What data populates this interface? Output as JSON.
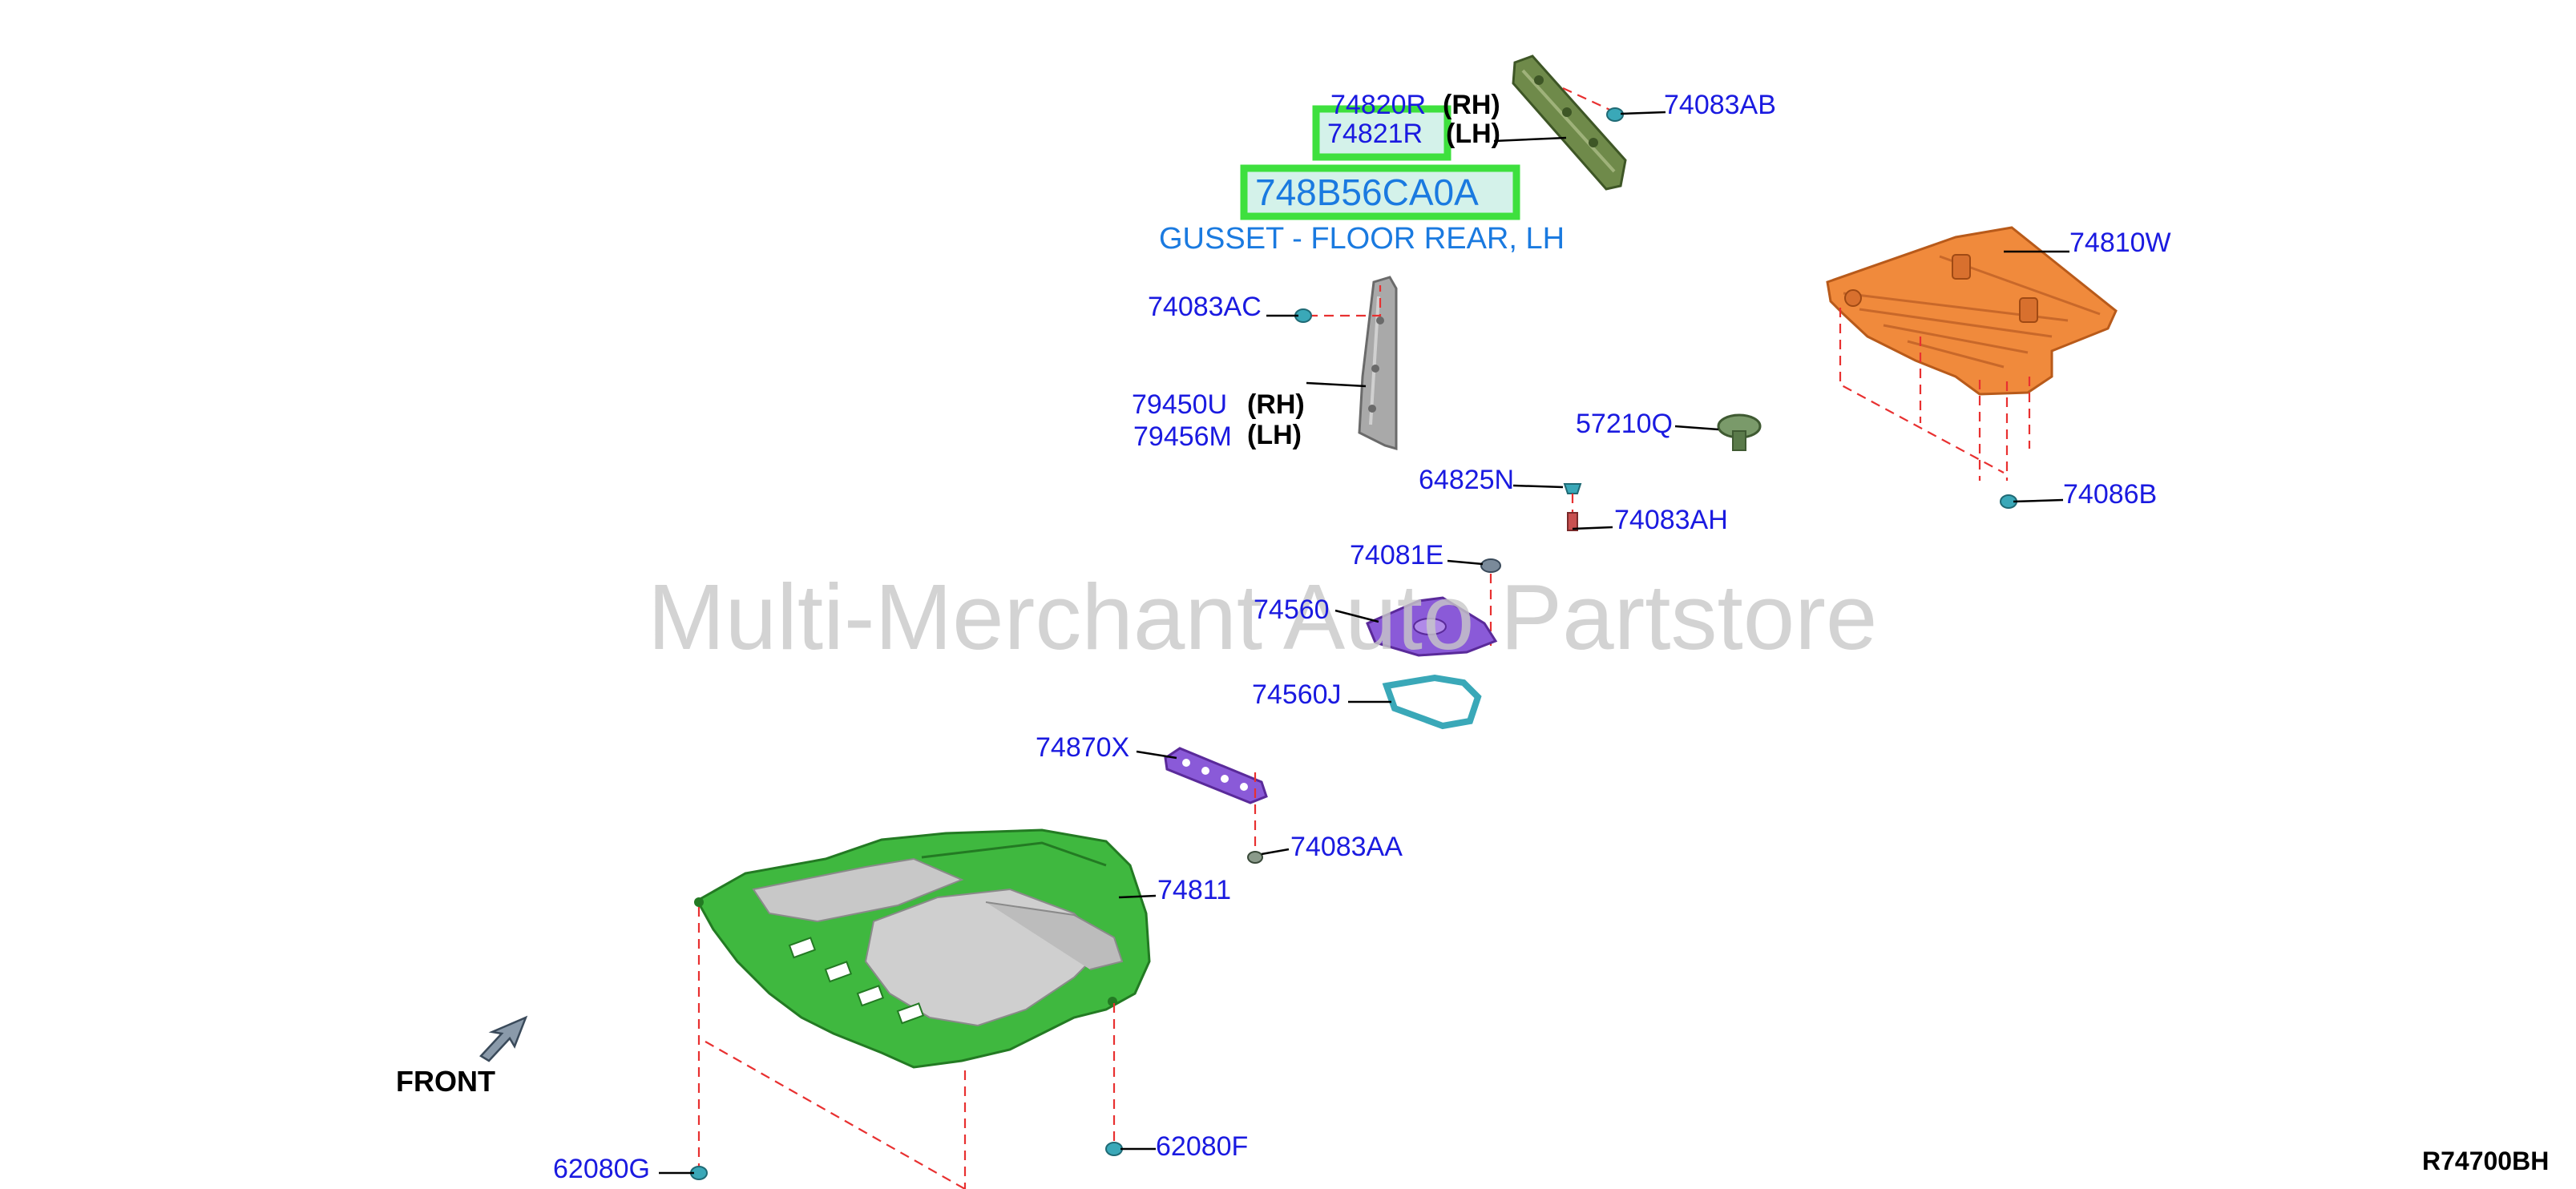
{
  "watermark": "Multi-Merchant Auto Partstore",
  "diagram_code": "R74700BH",
  "front_label": "FRONT",
  "selected": {
    "part_number": "748B56CA0A",
    "description": "GUSSET - FLOOR REAR, LH",
    "callout": "74821R"
  },
  "callouts": {
    "c74820R": "74820R",
    "c74820R_side": "(RH)",
    "c74821R": "74821R",
    "c74821R_side": "(LH)",
    "c74083AB": "74083AB",
    "c74810W": "74810W",
    "c74083AC": "74083AC",
    "c79450U": "79450U",
    "c79450U_side": "(RH)",
    "c79456M": "79456M",
    "c79456M_side": "(LH)",
    "c57210Q": "57210Q",
    "c64825N": "64825N",
    "c74083AH": "74083AH",
    "c74086B": "74086B",
    "c74081E": "74081E",
    "c74560": "74560",
    "c74560J": "74560J",
    "c74870X": "74870X",
    "c74083AA": "74083AA",
    "c74811": "74811",
    "c62080G": "62080G",
    "c62080F": "62080F"
  },
  "colors": {
    "label_blue": "#1a1ae0",
    "selected_blue": "#1a7ae0",
    "highlight_green": "#3ee03e",
    "leader_red": "#e83030",
    "under_cover_green": "#3fb83f",
    "rear_cover_orange": "#f08a3c",
    "gusset_olive": "#6f8a4a",
    "bracket_purple": "#8a5ad8",
    "seal_teal": "#3aa8b8"
  }
}
